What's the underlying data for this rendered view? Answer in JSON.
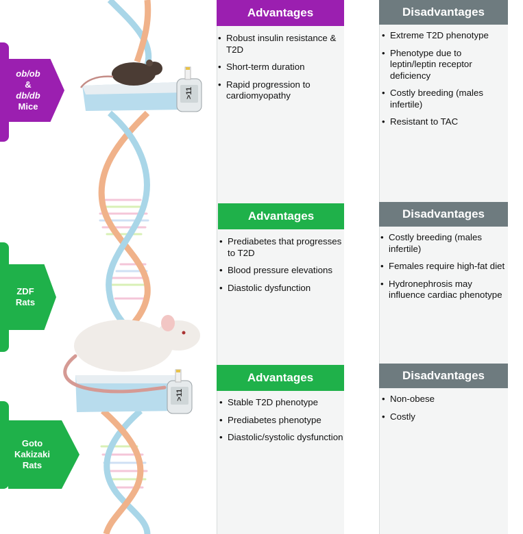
{
  "colors": {
    "purple": "#9b1fb0",
    "green": "#1fb14a",
    "gray": "#6e7b7f",
    "helix_blue": "#a9d6e8",
    "helix_orange": "#f0b28a"
  },
  "models": [
    {
      "label_lines": [
        "ob/ob",
        "&",
        "db/db",
        "Mice"
      ],
      "advantages_header": "Advantages",
      "advantages": [
        "Robust insulin resistance & T2D",
        "Short-term duration",
        "Rapid progression to cardiomyopathy"
      ],
      "disadvantages_header": "Disadvantages",
      "disadvantages": [
        "Extreme T2D phenotype",
        "Phenotype due to leptin/leptin receptor deficiency",
        "Costly breeding (males infertile)",
        "Resistant to TAC"
      ]
    },
    {
      "label_lines": [
        "ZDF",
        "Rats"
      ],
      "advantages_header": "Advantages",
      "advantages": [
        "Prediabetes that progresses to T2D",
        "Blood pressure elevations",
        "Diastolic dysfunction"
      ],
      "disadvantages_header": "Disadvantages",
      "disadvantages": [
        "Costly breeding (males infertile)",
        "Females require high-fat diet",
        "Hydronephrosis may influence cardiac phenotype"
      ]
    },
    {
      "label_lines": [
        "Goto",
        "Kakizaki",
        "Rats"
      ],
      "advantages_header": "Advantages",
      "advantages": [
        "Stable T2D phenotype",
        "Prediabetes phenotype",
        "Diastolic/systolic dysfunction"
      ],
      "disadvantages_header": "Disadvantages",
      "disadvantages": [
        "Non-obese",
        "Costly"
      ]
    }
  ],
  "glucometer_reading": ">11"
}
